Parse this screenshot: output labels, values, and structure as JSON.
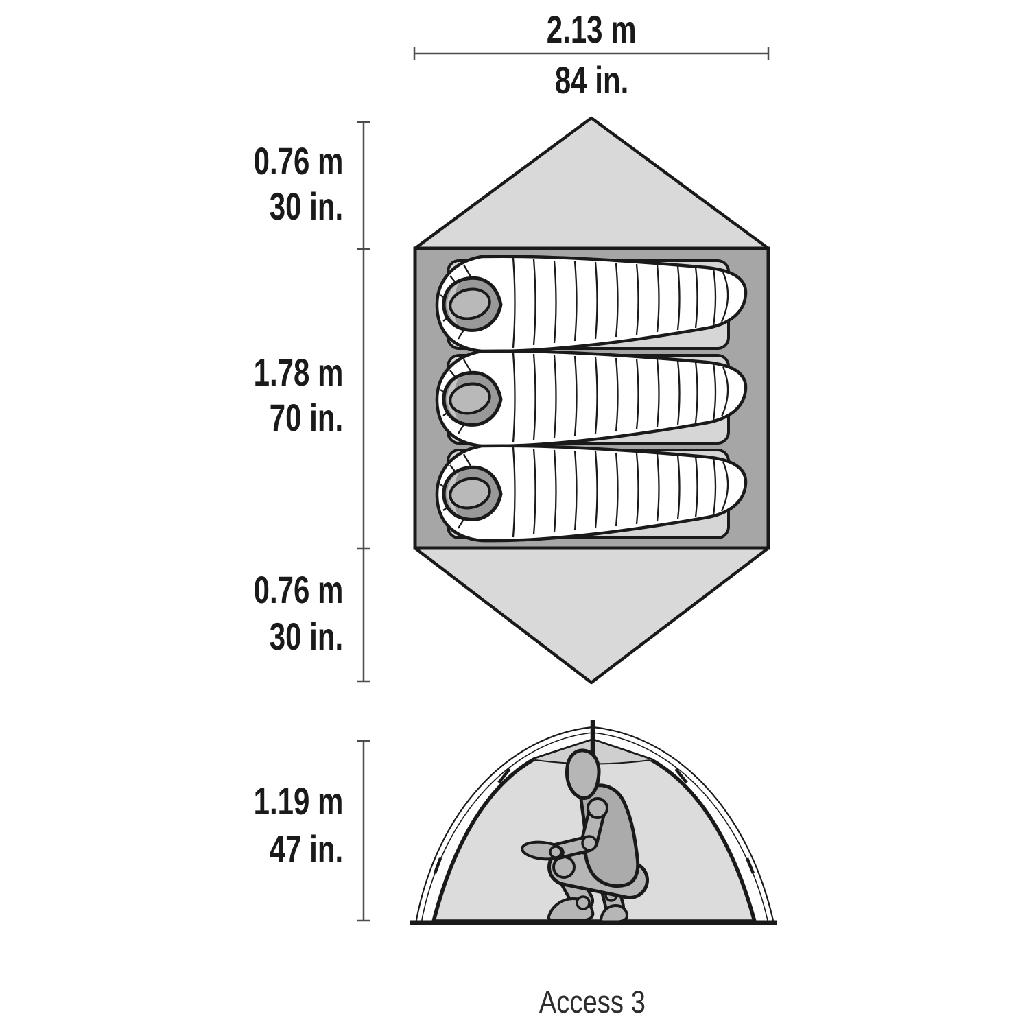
{
  "diagram": {
    "caption": "Access 3",
    "dimensions": {
      "width": {
        "metric": "2.13 m",
        "imperial": "84 in."
      },
      "vestibule_top": {
        "metric": "0.76 m",
        "imperial": "30 in."
      },
      "interior_length": {
        "metric": "1.78 m",
        "imperial": "70 in."
      },
      "vestibule_bottom": {
        "metric": "0.76 m",
        "imperial": "30 in."
      },
      "peak_height": {
        "metric": "1.19 m",
        "imperial": "47 in."
      }
    }
  },
  "colors": {
    "ink": "#1a1a1a",
    "dim_line": "#4d4d4d",
    "vestibule": "#d9d9d9",
    "floor": "#a6a6a6",
    "pad": "#d6d6d6",
    "bag": "#ffffff",
    "hood_shadow": "#999999",
    "head": "#b9b9b9",
    "tent_body": "#dcdcdc",
    "tent_facet": "#cfcfcf",
    "figure": "#b6b6b6",
    "caption_ink": "#2d2d2d"
  }
}
